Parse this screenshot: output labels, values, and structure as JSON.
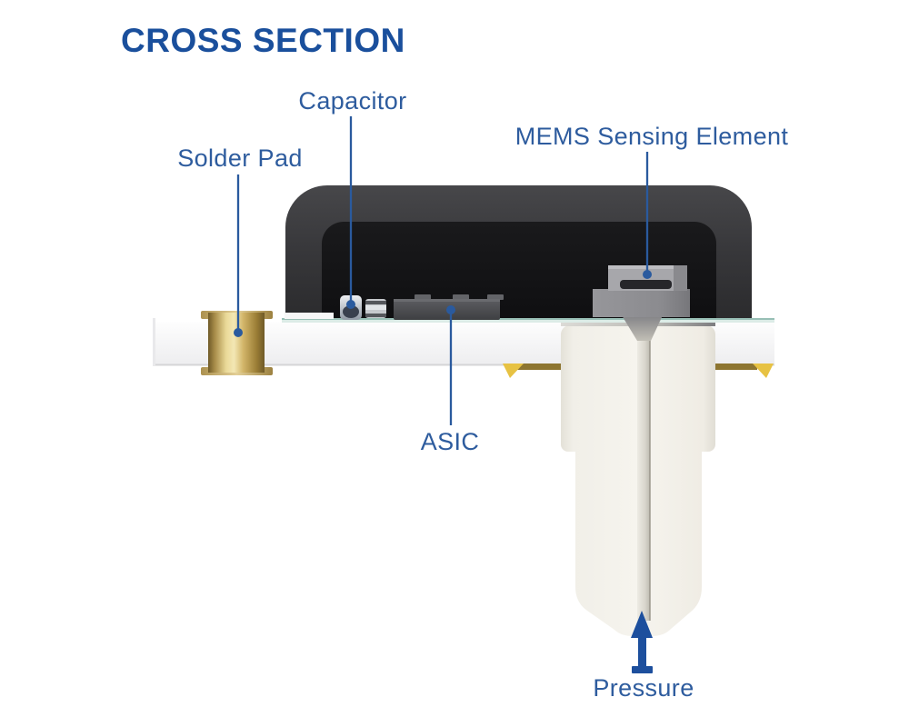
{
  "title": "CROSS SECTION",
  "labels": {
    "capacitor": "Capacitor",
    "solder_pad": "Solder Pad",
    "mems_sensing_element": "MEMS Sensing Element",
    "asic": "ASIC",
    "pressure": "Pressure"
  },
  "colors": {
    "background": "#ffffff",
    "title_blue": "#1a4f9c",
    "label_blue": "#2e5c9e",
    "leader_blue": "#2a5a9e",
    "arrow_blue": "#1d4f9d",
    "housing_gray": "#3a3a3d",
    "cavity_black": "#131315",
    "board_white": "#f4f4f6",
    "pcb_top_teal": "#dcece7",
    "port_cream": "#f4f2ec",
    "solder_gold": "#d8bd72",
    "fillet_gold": "#e7c243",
    "mems_gray": "#a7a7ab",
    "asic_gray": "#4a4b4e"
  }
}
